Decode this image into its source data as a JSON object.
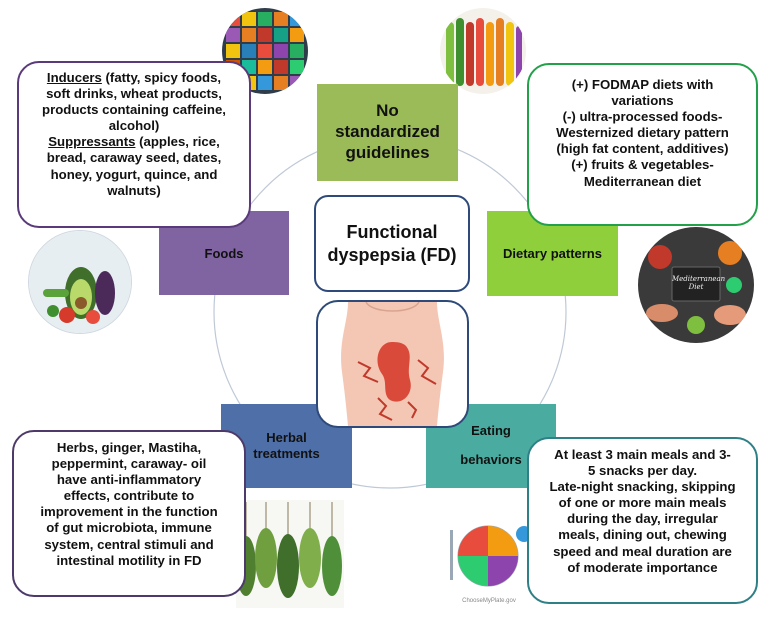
{
  "center": {
    "line1": "Functional",
    "line2": "dyspepsia (FD)"
  },
  "nodes": {
    "guidelines": {
      "line1": "No",
      "line2": "standardized",
      "line3": "guidelines"
    },
    "foods": "Foods",
    "dietary_patterns": "Dietary patterns",
    "herbal": {
      "line1": "Herbal",
      "line2": "treatments"
    },
    "eating": {
      "line1": "Eating",
      "line2": "behaviors"
    }
  },
  "boxes": {
    "foods": {
      "inducers_title": "Inducers",
      "inducers_l1": " (fatty, spicy foods,",
      "inducers_l2": "soft drinks, wheat products,",
      "inducers_l3": "products containing caffeine,",
      "inducers_l4": "alcohol)",
      "suppressants_title": "Suppressants",
      "suppressants_l1": " (apples, rice,",
      "suppressants_l2": "bread, caraway seed, dates,",
      "suppressants_l3": "honey, yogurt, quince, and",
      "suppressants_l4": "walnuts)"
    },
    "dietary": {
      "l1": "(+) FODMAP diets with",
      "l2": "variations",
      "l3": "(-) ultra-processed foods-",
      "l4": "Westernized dietary pattern",
      "l5": "(high fat content, additives)",
      "l6": "(+) fruits & vegetables-",
      "l7": "Mediterranean diet"
    },
    "herbal": {
      "l1": "Herbs, ginger, Mastiha,",
      "l2": "peppermint, caraway- oil",
      "l3": "have anti-inflammatory",
      "l4": "effects, contribute to",
      "l5": "improvement in the function",
      "l6": "of gut microbiota, immune",
      "l7": "system, central stimuli and",
      "l8": "intestinal motility in FD"
    },
    "eating": {
      "l1": "At least 3 main meals and 3-",
      "l2": "5 snacks per day.",
      "l3": "Late-night snacking, skipping",
      "l4": "of one or more main meals",
      "l5": "during the day, irregular",
      "l6": "meals, dining out, chewing",
      "l7": "speed and meal duration are",
      "l8": "of moderate importance"
    }
  },
  "images": {
    "mediterranean_board": {
      "line1": "Mediterranean",
      "line2": "Diet"
    },
    "myplate_caption": "ChooseMyPlate.gov"
  },
  "colors": {
    "guidelines": "#9bbb59",
    "foods": "#8064a2",
    "dietary": "#8fcf3c",
    "herbal": "#4f6fa8",
    "eating": "#4aaca0",
    "center_border": "#2e4a7a",
    "foods_box_border": "#5a3a7a",
    "dietary_box_border": "#22a04a",
    "herbal_box_border": "#4d3a6a",
    "eating_box_border": "#2f7f86"
  }
}
